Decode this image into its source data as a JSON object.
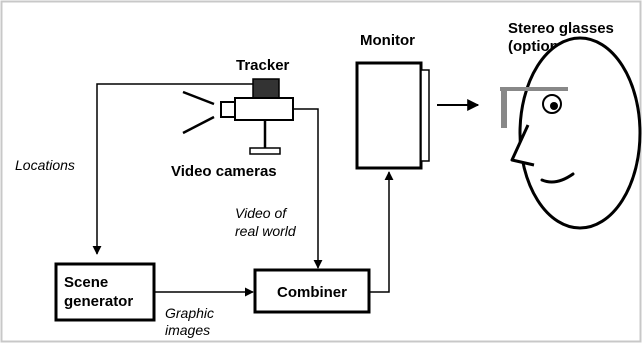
{
  "labels": {
    "tracker": "Tracker",
    "video_cameras": "Video cameras",
    "locations": "Locations",
    "video_of_real_world_line1": "Video of",
    "video_of_real_world_line2": "real world",
    "monitor": "Monitor",
    "stereo_glasses_line1": "Stereo glasses",
    "stereo_glasses_line2": "(optional)",
    "scene_generator_line1": "Scene",
    "scene_generator_line2": "generator",
    "graphic_images_line1": "Graphic",
    "graphic_images_line2": "images",
    "combiner": "Combiner"
  }
}
